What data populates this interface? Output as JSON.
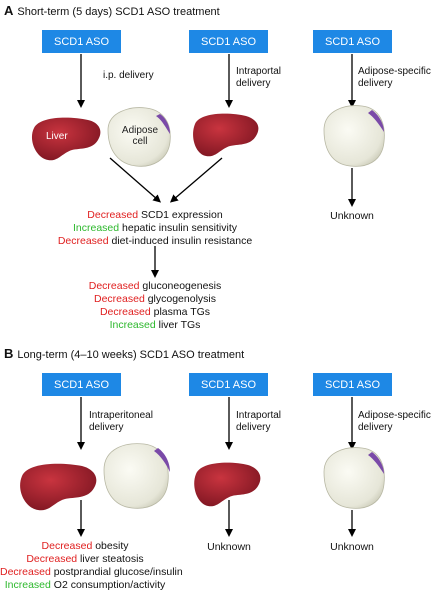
{
  "panels": [
    {
      "letter": "A",
      "title": "Short-term (5 days) SCD1 ASO treatment",
      "aso_label": "SCD1 ASO",
      "routes": [
        "i.p. delivery",
        "Intraportal delivery",
        "Adipose-specific delivery"
      ],
      "liver_label": "Liver",
      "adipose_label": "Adipose cell",
      "effects_1": [
        {
          "dir": "Decreased",
          "text": " SCD1 expression"
        },
        {
          "dir": "Increased",
          "text": " hepatic insulin sensitivity"
        },
        {
          "dir": "Decreased",
          "text": " diet-induced insulin resistance"
        }
      ],
      "effects_2": [
        {
          "dir": "Decreased",
          "text": " gluconeogenesis"
        },
        {
          "dir": "Decreased",
          "text": " glycogenolysis"
        },
        {
          "dir": "Decreased",
          "text": " plasma TGs"
        },
        {
          "dir": "Increased",
          "text": " liver TGs"
        }
      ],
      "unknown": "Unknown"
    },
    {
      "letter": "B",
      "title": "Long-term (4–10 weeks) SCD1 ASO treatment",
      "aso_label": "SCD1 ASO",
      "routes": [
        "Intraperitoneal delivery",
        "Intraportal delivery",
        "Adipose-specific delivery"
      ],
      "effects": [
        {
          "dir": "Decreased",
          "text": " obesity"
        },
        {
          "dir": "Decreased",
          "text": " liver steatosis"
        },
        {
          "dir": "Decreased",
          "text": " postprandial glucose/insulin"
        },
        {
          "dir": "Increased",
          "text": " O2 consumption/activity"
        }
      ],
      "unknown_1": "Unknown",
      "unknown_2": "Unknown"
    }
  ],
  "colors": {
    "decreased": "#e02020",
    "increased": "#2db82d",
    "aso_box": "#1e88e5",
    "liver": "#a3202a",
    "adipose": "#ecece0"
  }
}
